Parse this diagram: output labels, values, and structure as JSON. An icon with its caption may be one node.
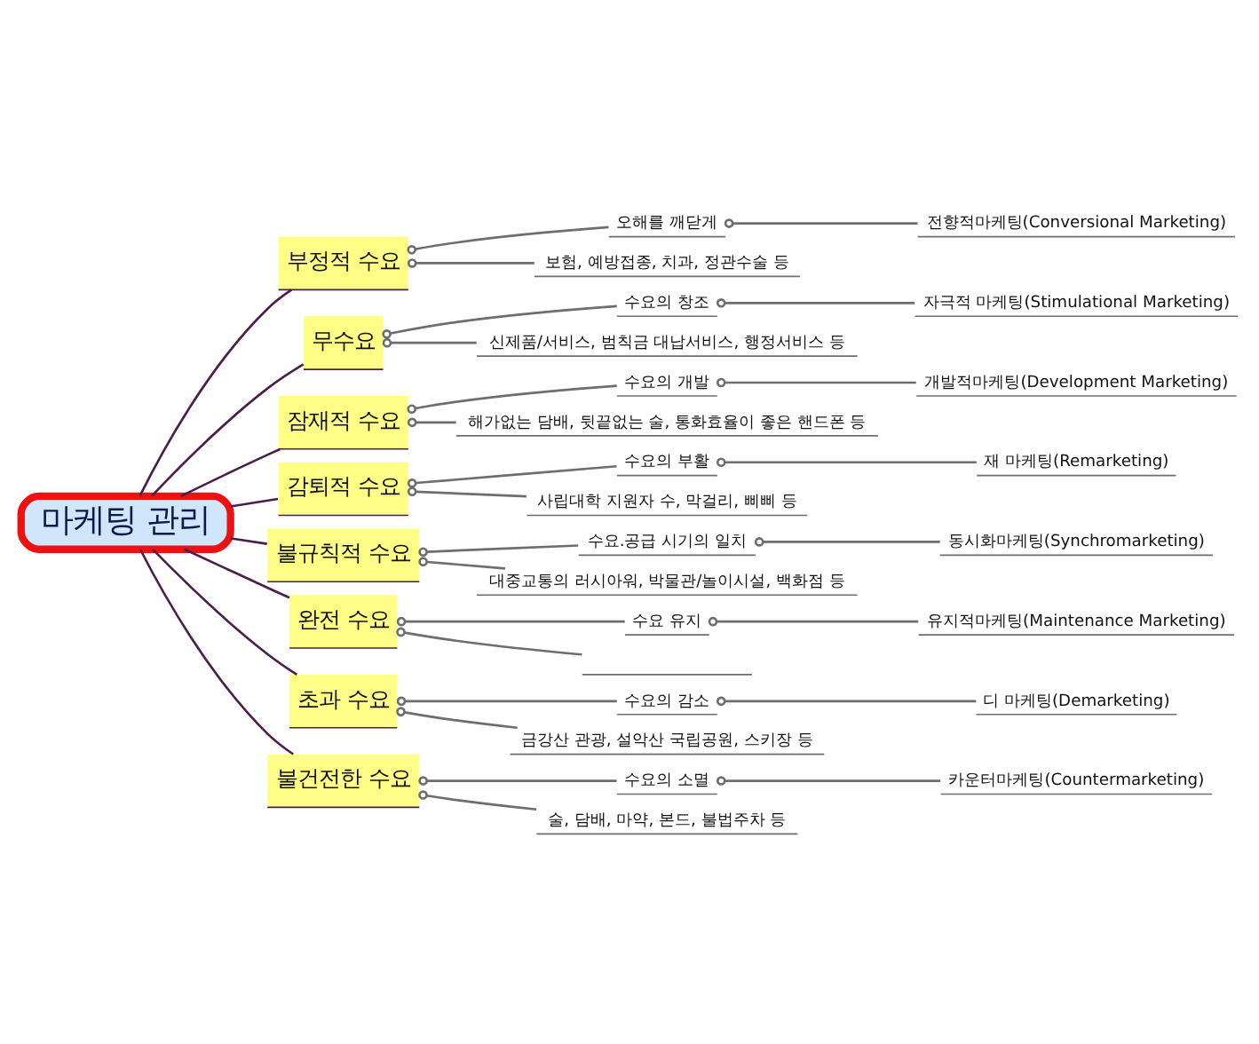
{
  "diagram": {
    "nodes": [
      {
        "text": [
          "마케팅 관리"
        ]
      },
      {
        "text": [
          "부정적 수요"
        ]
      },
      {
        "text": [
          "오해를 깨닫게"
        ]
      },
      {
        "text": [
          "전향적마케팅(Conversional Marketing)"
        ]
      },
      {
        "text": [
          "보험, 예방접종, 치과, 정관수술 등"
        ]
      },
      {
        "text": [
          "무수요"
        ]
      },
      {
        "text": [
          "수요의 창조"
        ]
      },
      {
        "text": [
          "자극적 마케팅(Stimulational Marketing)"
        ]
      },
      {
        "text": [
          "신제품/서비스, 범칙금 대납서비스, 행정서비스 등"
        ]
      },
      {
        "text": [
          "잠재적 수요"
        ]
      },
      {
        "text": [
          "수요의 개발"
        ]
      },
      {
        "text": [
          "개발적마케팅(Development Marketing)"
        ]
      },
      {
        "text": [
          "해가없는 담배, 뒷끝없는 술, 통화효율이 좋은 핸드폰 등"
        ]
      },
      {
        "text": [
          "감퇴적 수요"
        ]
      },
      {
        "text": [
          "수요의 부활"
        ]
      },
      {
        "text": [
          "재 마케팅(Remarketing)"
        ]
      },
      {
        "text": [
          "사립대학 지원자 수, 막걸리, 삐삐 등"
        ]
      },
      {
        "text": [
          "불규칙적 수요"
        ]
      },
      {
        "text": [
          "수요.공급 시기의 일치"
        ]
      },
      {
        "text": [
          "동시화마케팅(Synchromarketing)"
        ]
      },
      {
        "text": [
          "대중교통의 러시아워, 박물관/놀이시설, 백화점 등"
        ]
      },
      {
        "text": [
          "완전 수요"
        ]
      },
      {
        "text": [
          "수요 유지"
        ]
      },
      {
        "text": [
          "유지적마케팅(Maintenance Marketing)"
        ]
      },
      {
        "text": [],
        "shape": "bar"
      },
      {
        "text": [
          "초과 수요"
        ]
      },
      {
        "text": [
          "수요의 감소"
        ]
      },
      {
        "text": [
          "디 마케팅(Demarketing)"
        ]
      },
      {
        "text": [
          "금강산 관광, 설악산 국립공원, 스키장 등"
        ]
      },
      {
        "text": [
          "불건전한 수요"
        ]
      },
      {
        "text": [
          "수요의 소멸"
        ]
      },
      {
        "text": [
          "카운터마케팅(Countermarketing)"
        ]
      },
      {
        "text": [
          "술, 담배, 마약, 본드, 불법주차 등"
        ]
      }
    ],
    "edges": [
      {
        "from": 0,
        "to": 1,
        "arrow": "none",
        "color": "#4b1f4b"
      },
      {
        "from": 1,
        "to": 2,
        "arrow": "other"
      },
      {
        "from": 2,
        "to": 3,
        "arrow": "other"
      },
      {
        "from": 1,
        "to": 4,
        "arrow": "other"
      },
      {
        "from": 0,
        "to": 5,
        "arrow": "none",
        "color": "#4b1f4b"
      },
      {
        "from": 5,
        "to": 6,
        "arrow": "other"
      },
      {
        "from": 6,
        "to": 7,
        "arrow": "other"
      },
      {
        "from": 5,
        "to": 8,
        "arrow": "other"
      },
      {
        "from": 0,
        "to": 9,
        "arrow": "none",
        "color": "#4b1f4b"
      },
      {
        "from": 9,
        "to": 10,
        "arrow": "other"
      },
      {
        "from": 10,
        "to": 11,
        "arrow": "other"
      },
      {
        "from": 9,
        "to": 12,
        "arrow": "other"
      },
      {
        "from": 0,
        "to": 13,
        "arrow": "none",
        "color": "#4b1f4b"
      },
      {
        "from": 13,
        "to": 14,
        "arrow": "other"
      },
      {
        "from": 14,
        "to": 15,
        "arrow": "other"
      },
      {
        "from": 13,
        "to": 16,
        "arrow": "other"
      },
      {
        "from": 0,
        "to": 17,
        "arrow": "none",
        "color": "#4b1f4b"
      },
      {
        "from": 17,
        "to": 18,
        "arrow": "other"
      },
      {
        "from": 18,
        "to": 19,
        "arrow": "other"
      },
      {
        "from": 17,
        "to": 20,
        "arrow": "other"
      },
      {
        "from": 0,
        "to": 21,
        "arrow": "none",
        "color": "#4b1f4b"
      },
      {
        "from": 21,
        "to": 22,
        "arrow": "other"
      },
      {
        "from": 22,
        "to": 23,
        "arrow": "other"
      },
      {
        "from": 21,
        "to": 24,
        "arrow": "other"
      },
      {
        "from": 0,
        "to": 25,
        "arrow": "none",
        "color": "#4b1f4b"
      },
      {
        "from": 25,
        "to": 26,
        "arrow": "other"
      },
      {
        "from": 26,
        "to": 27,
        "arrow": "other"
      },
      {
        "from": 25,
        "to": 28,
        "arrow": "other"
      },
      {
        "from": 0,
        "to": 29,
        "arrow": "none",
        "color": "#4b1f4b"
      },
      {
        "from": 29,
        "to": 30,
        "arrow": "other"
      },
      {
        "from": 30,
        "to": 31,
        "arrow": "other"
      },
      {
        "from": 29,
        "to": 32,
        "arrow": "other"
      }
    ]
  }
}
